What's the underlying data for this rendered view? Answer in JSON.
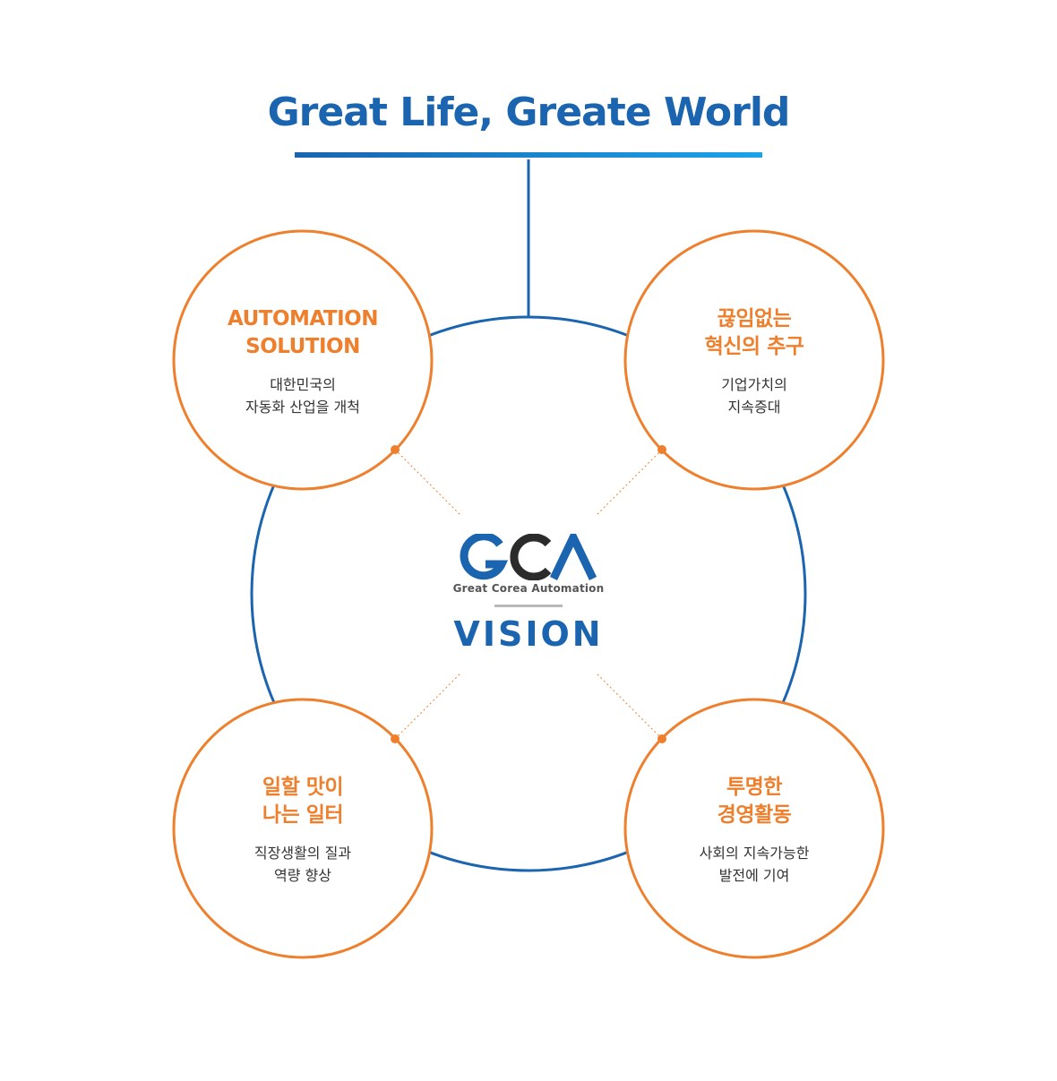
{
  "headline": {
    "text": "Great Life, Greate World"
  },
  "logo": {
    "mark": "GCA",
    "full_name": "Great Corea Automation",
    "vision_label": "VISION"
  },
  "nodes": [
    {
      "id": "top-left",
      "title": [
        "AUTOMATION",
        "SOLUTION"
      ],
      "desc": [
        "대한민국의",
        "자동화 산업을 개척"
      ]
    },
    {
      "id": "top-right",
      "title": [
        "끊임없는",
        "혁신의 추구"
      ],
      "desc": [
        "기업가치의",
        "지속증대"
      ]
    },
    {
      "id": "bottom-left",
      "title": [
        "일할 맛이",
        "나는 일터"
      ],
      "desc": [
        "직장생활의 질과",
        "역량 향상"
      ]
    },
    {
      "id": "bottom-right",
      "title": [
        "투명한",
        "경영활동"
      ],
      "desc": [
        "사회의 지속가능한",
        "발전에 기여"
      ]
    }
  ],
  "colors": {
    "blue": "#1a64b0",
    "light_blue": "#1ba3e8",
    "orange": "#ee7f2d",
    "dark": "#2b2b2b",
    "gray_rule": "#b8b8b8"
  }
}
